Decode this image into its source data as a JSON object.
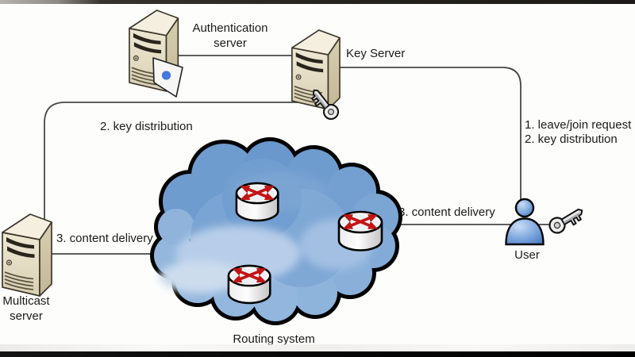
{
  "diagram": {
    "title_visible": false,
    "nodes": [
      {
        "id": "auth_server",
        "label": "Authentication\nserver",
        "icon": "server-tower-icon",
        "accessory": "badge-card-icon"
      },
      {
        "id": "key_server",
        "label": "Key Server",
        "icon": "server-tower-icon",
        "accessory": "key-icon"
      },
      {
        "id": "multicast_server",
        "label": "Multicast\nserver",
        "icon": "server-tower-icon"
      },
      {
        "id": "routing_system",
        "label": "Routing system",
        "icon": "network-cloud-icon",
        "router_count": 3
      },
      {
        "id": "user",
        "label": "User",
        "icon": "person-icon",
        "accessory": "key-icon"
      }
    ],
    "edges": [
      {
        "from": "auth_server",
        "to": "key_server",
        "label_key": ""
      },
      {
        "from": "key_server",
        "to": "multicast_server",
        "label_key": "key_distribution_left"
      },
      {
        "from": "key_server",
        "to": "user",
        "label_key": "leave_join_request,key_distribution_right"
      },
      {
        "from": "multicast_server",
        "to": "routing_system",
        "label_key": "content_delivery_left"
      },
      {
        "from": "routing_system",
        "to": "user",
        "label_key": "content_delivery_right"
      },
      {
        "from": "user",
        "to": "user_key",
        "label_key": ""
      }
    ]
  },
  "labels": {
    "auth_server": "Authentication\nserver",
    "key_server": "Key Server",
    "multicast_server": "Multicast\nserver",
    "routing_system": "Routing system",
    "user": "User",
    "key_distribution_left": "2. key distribution",
    "content_delivery_left": "3. content delivery",
    "content_delivery_right": "3. content delivery",
    "leave_join_request": "1. leave/join request",
    "key_distribution_right": "2. key distribution"
  },
  "colors": {
    "text": "#1b1b1b",
    "line": "#474747",
    "cloud_blue": "#6f9ccf",
    "cloud_light_blue": "#b7cde9",
    "router_arrow_red": "#c31414",
    "server_front": "#eee8d4",
    "server_side": "#c2b795",
    "server_top": "#f4efdf",
    "user_blue": "#78a3dc",
    "badge_dot_blue": "#4477e0",
    "top_bar": "#24231f",
    "bottom_bar": "#0a0a0a"
  }
}
